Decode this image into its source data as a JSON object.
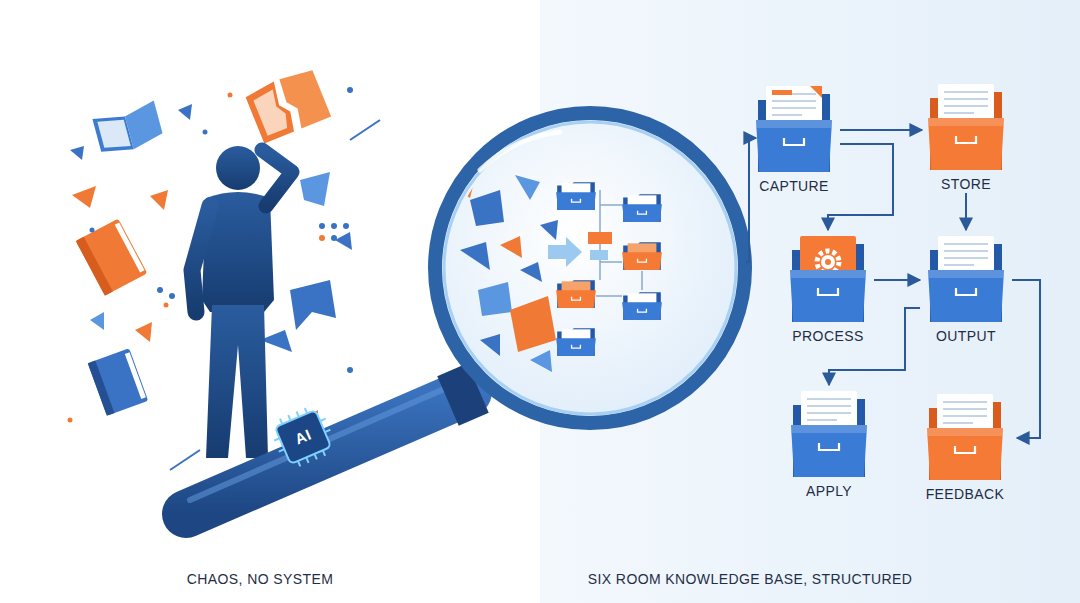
{
  "diagram": {
    "nodes": [
      {
        "text": [
          "CAPTURE"
        ]
      },
      {
        "text": [
          "STORE"
        ]
      },
      {
        "text": [
          "PROCESS"
        ]
      },
      {
        "text": [
          "OUTPUT"
        ]
      },
      {
        "text": [
          "APPLY"
        ]
      },
      {
        "text": [
          "FEEDBACK"
        ]
      }
    ],
    "edges": [
      {
        "from": 0,
        "to": 1,
        "arrow": "to"
      },
      {
        "from": 0,
        "to": 2,
        "arrow": "to"
      },
      {
        "from": 1,
        "to": 3,
        "arrow": "to"
      },
      {
        "from": 2,
        "to": 3,
        "arrow": "to"
      },
      {
        "from": 3,
        "to": 4,
        "arrow": "to"
      },
      {
        "from": 3,
        "to": 5,
        "arrow": "to"
      }
    ],
    "labels": [
      "AI",
      "CHAOS, NO SYSTEM",
      "SIX ROOM KNOWLEDGE BASE, STRUCTURED"
    ]
  }
}
